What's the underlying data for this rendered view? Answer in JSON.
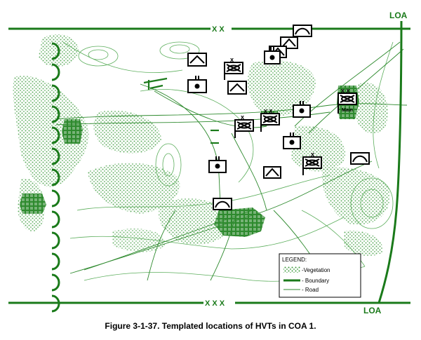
{
  "map": {
    "loa_top": "LOA",
    "loa_bottom": "LOA",
    "boundary_top_echelon": "X X",
    "boundary_bottom_echelon": "X X X",
    "unit_echelon_x": "x",
    "unit_echelon_xx": "x x",
    "unit_echelon_company": "I I",
    "main_label": "Main"
  },
  "legend": {
    "title": "LEGEND:",
    "items": [
      {
        "label": "-Vegetation"
      },
      {
        "label": "- Boundary"
      },
      {
        "label": "- Road"
      }
    ]
  },
  "caption": "Figure 3-1-37.  Templated locations of HVTs in COA 1.",
  "colors": {
    "boundary": "#1a7a1a",
    "vegetation": "#3a9a3a",
    "contour": "#5cae5c",
    "symbol": "#000000"
  }
}
